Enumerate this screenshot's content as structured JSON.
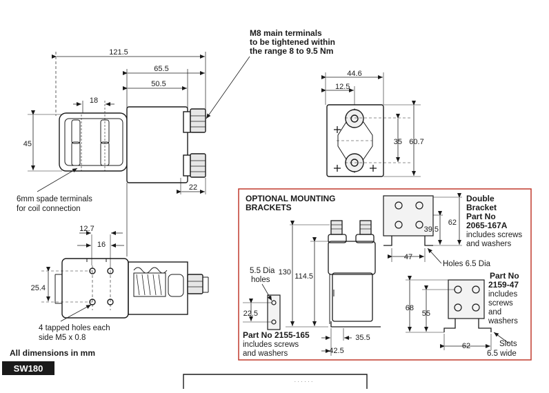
{
  "colors": {
    "ink": "#1a1a1a",
    "frame_red": "#c0392b",
    "paper": "#ffffff"
  },
  "main_notes": {
    "terminals_line1": "M8 main terminals",
    "terminals_line2": "to be tightened within",
    "terminals_line3": "the range 8 to 9.5 Nm",
    "spade_line1": "6mm spade terminals",
    "spade_line2": "for coil connection",
    "tapped_line1": "4 tapped holes each",
    "tapped_line2": "side M5 x 0.8",
    "all_dims": "All dimensions in mm",
    "model": "SW180"
  },
  "dimensions": {
    "overall_length": "121.5",
    "body_length": "65.5",
    "terminal_offset": "50.5",
    "spade_spacing": "18",
    "height": "45",
    "terminal_depth": "22",
    "hole_spacing_x": "12.7",
    "hole_spacing_b": "16",
    "hole_spacing_y": "25.4",
    "end_width": "44.6",
    "end_offset": "12.5",
    "end_terminal_spacing": "35",
    "end_height": "60.7"
  },
  "brackets": {
    "title_line1": "OPTIONAL MOUNTING",
    "title_line2": "BRACKETS",
    "double_line1": "Double",
    "double_line2": "Bracket",
    "double_line3": "Part No",
    "double_part": "2065-167A",
    "double_note1": "includes screws",
    "double_note2": "and washers",
    "double_dim_62": "62",
    "double_dim_395": "39.5",
    "double_dim_47": "47",
    "holes_65": "Holes 6.5 Dia",
    "side_130": "130",
    "side_1145": "114.5",
    "dia_line1": "5.5 Dia",
    "dia_line2": "holes",
    "dim_225": "22.5",
    "dim_355": "35.5",
    "dim_425": "42.5",
    "single_part_line1": "Part No 2155-165",
    "single_part_line2": "includes screws",
    "single_part_line3": "and washers",
    "p2159_line1": "Part No",
    "p2159_line2": "2159-47",
    "p2159_line3": "includes",
    "p2159_line4": "screws",
    "p2159_line5": "and",
    "p2159_line6": "washers",
    "p2159_dim_68": "68",
    "p2159_dim_55": "55",
    "p2159_dim_62": "62",
    "slots_line1": "Slots",
    "slots_line2": "6.5 wide"
  },
  "footer": {
    "caption": "· ·  ·   · · ·"
  }
}
